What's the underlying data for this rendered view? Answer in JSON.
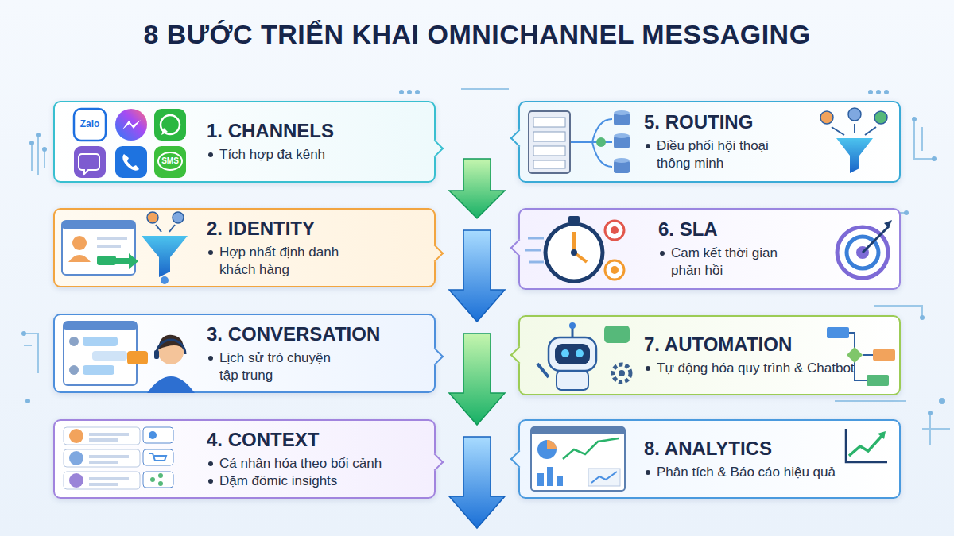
{
  "diagram": {
    "title": "8 BƯỚC TRIỂN KHAI OMNICHANNEL MESSAGING",
    "nodes": [
      {
        "text": [
          "1. CHANNELS",
          "Tích hợp đa kênh"
        ]
      },
      {
        "text": [
          "2. IDENTITY",
          "Hợp nhất định danh khách hàng"
        ]
      },
      {
        "text": [
          "3. CONVERSATION",
          "Lịch sử trò chuyện tập trung"
        ]
      },
      {
        "text": [
          "4. CONTEXT",
          "Cá nhân hóa theo bối cảnh",
          "Dặm đömic insights"
        ]
      },
      {
        "text": [
          "5. ROUTING",
          "Điều phối hội thoại thông minh"
        ]
      },
      {
        "text": [
          "6. SLA",
          "Cam kết thời gian phản hồi"
        ]
      },
      {
        "text": [
          "7. AUTOMATION",
          "Tự động hóa quy trình & Chatbot"
        ]
      },
      {
        "text": [
          "8. ANALYTICS",
          "Phân tích & Báo cáo hiệu quả"
        ]
      }
    ],
    "labels": [
      "Zalo",
      "SMS"
    ]
  }
}
